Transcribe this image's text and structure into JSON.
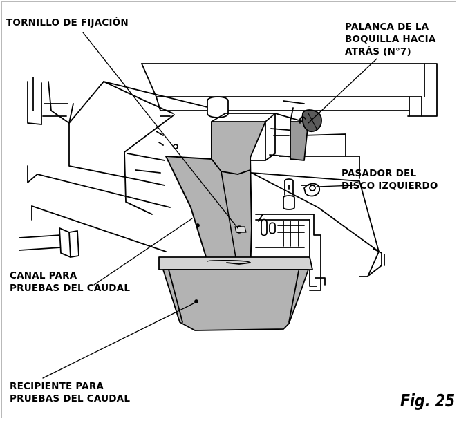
{
  "labels": {
    "tornillo": [
      "TORNILLO DE FIJACIÓN"
    ],
    "palanca": [
      "PALANCA DE LA",
      "BOQUILLA HACIA",
      "ATRÁS (N°7)"
    ],
    "pasador": [
      "PASADOR DEL",
      "DISCO IZQUIERDO"
    ],
    "canal": [
      "CANAL PARA",
      "PRUEBAS DEL CAUDAL"
    ],
    "recipiente": [
      "RECIPIENTE PARA",
      "PRUEBAS DEL CAUDAL"
    ]
  },
  "figure_number": "Fig. 25",
  "colors": {
    "part_fill": "#b3b3b3",
    "part_fill_dark": "#9a9a9a",
    "line": "#000000",
    "frame": "#b9b9b9"
  }
}
